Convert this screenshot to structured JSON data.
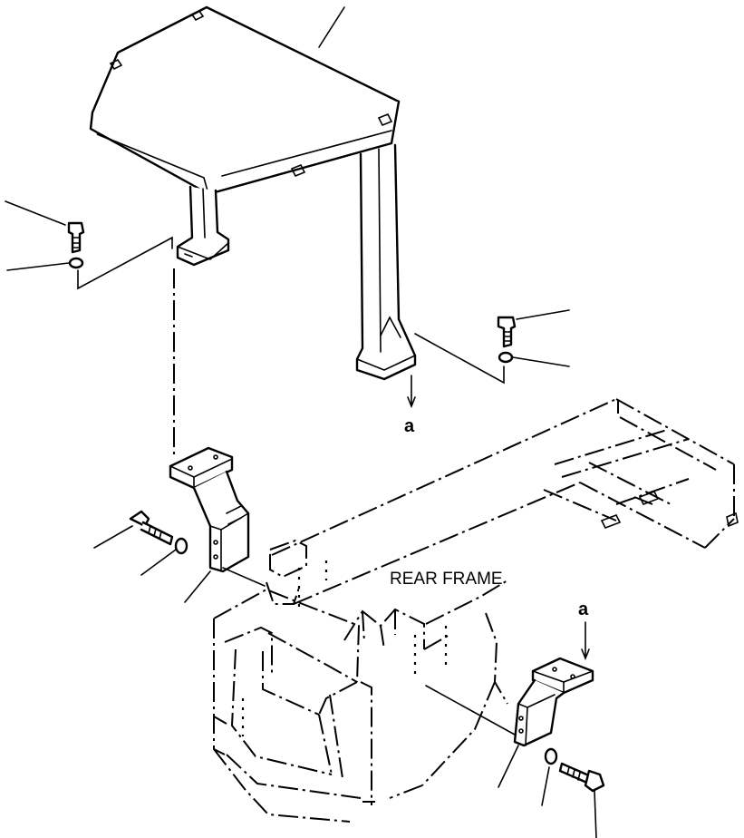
{
  "labels": {
    "rear_frame": "REAR FRAME",
    "ref_a_upper": "a",
    "ref_a_lower": "a"
  }
}
